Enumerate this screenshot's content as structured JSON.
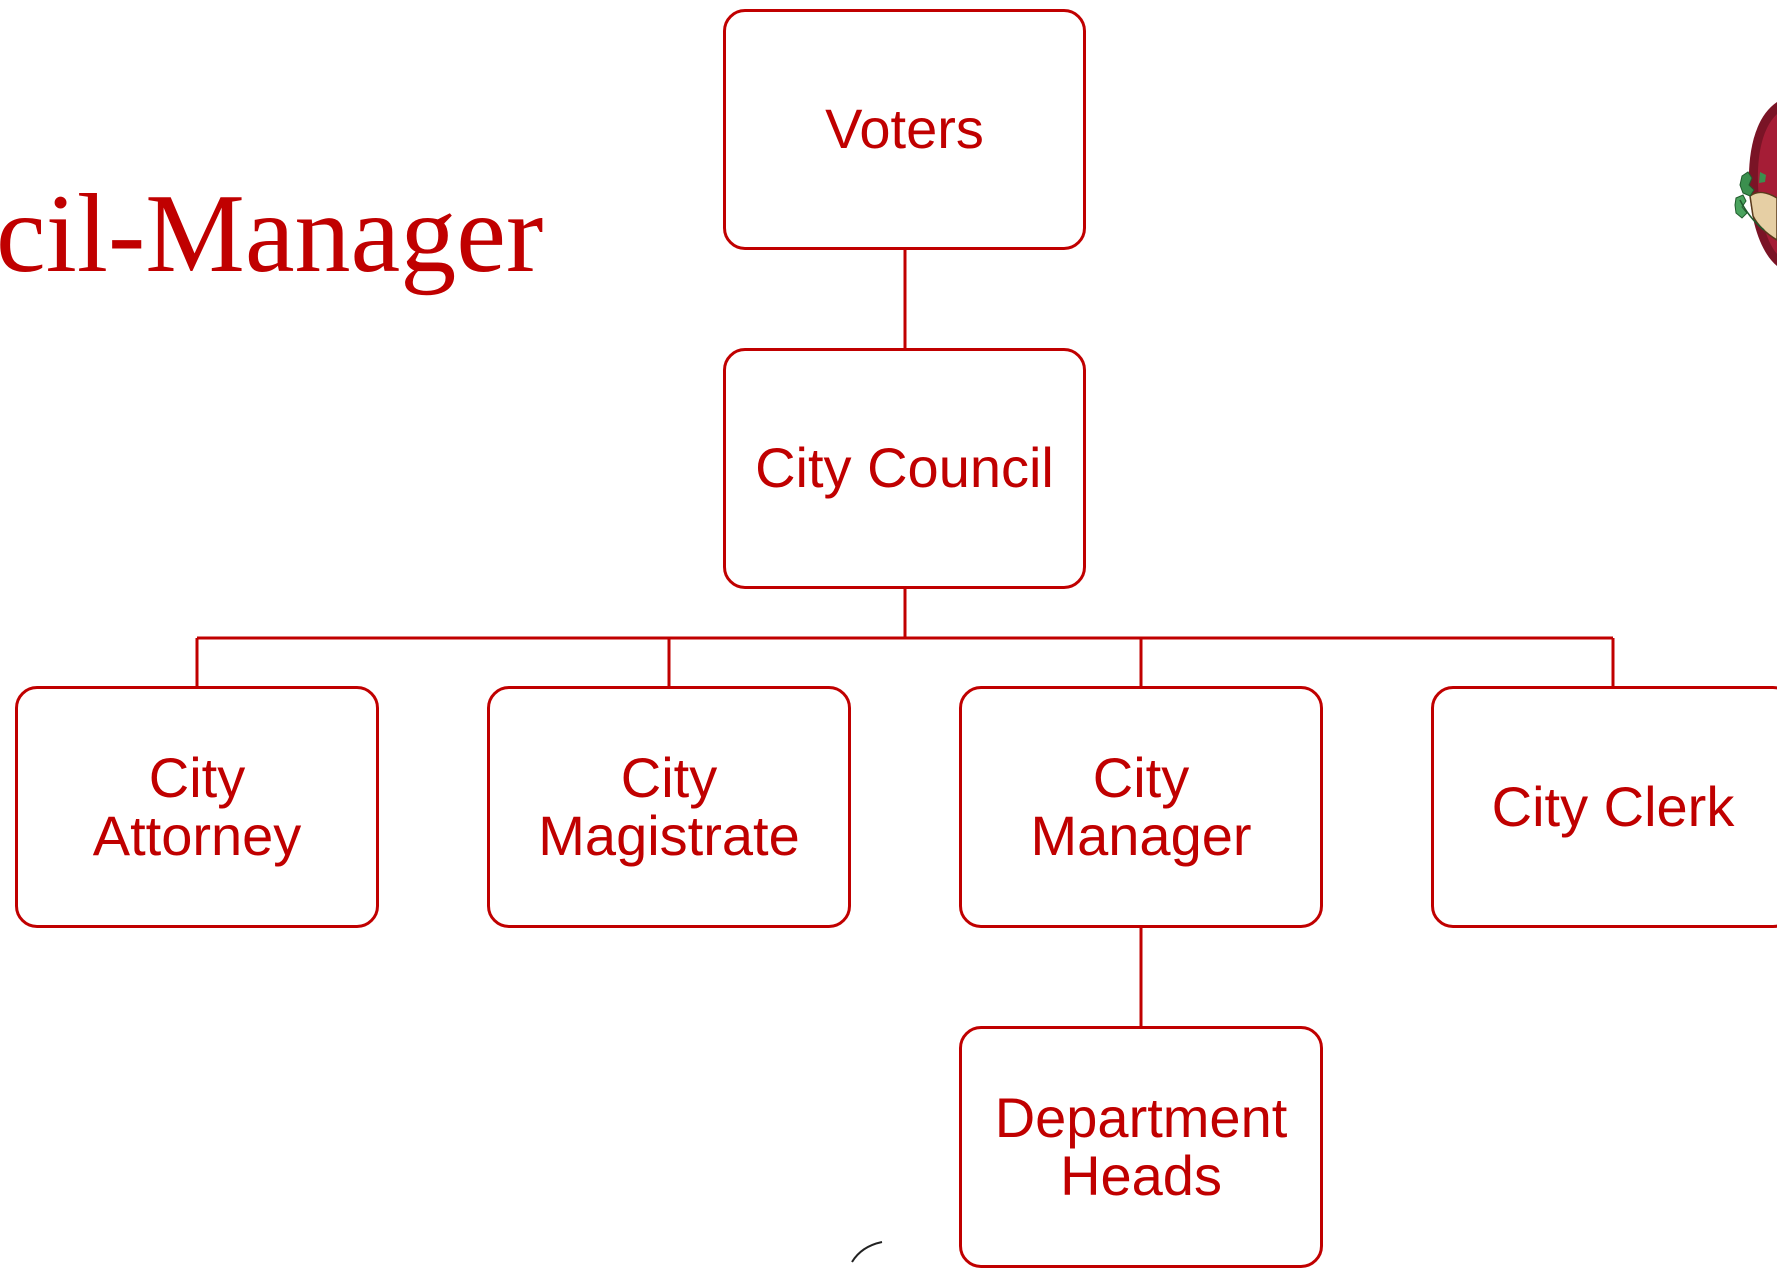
{
  "title": "ncil-Manager",
  "colors": {
    "accent": "#c00000"
  },
  "org_chart": {
    "voters": "Voters",
    "city_council": "City Council",
    "city_attorney": {
      "line1": "City",
      "line2": "Attorney"
    },
    "city_magistrate": {
      "line1": "City",
      "line2": "Magistrate"
    },
    "city_manager": {
      "line1": "City",
      "line2": "Manager"
    },
    "city_clerk": "City Clerk",
    "department_heads": {
      "line1": "Department",
      "line2": "Heads"
    }
  },
  "decorations": [
    "city-seal-icon",
    "swoosh-icon"
  ]
}
